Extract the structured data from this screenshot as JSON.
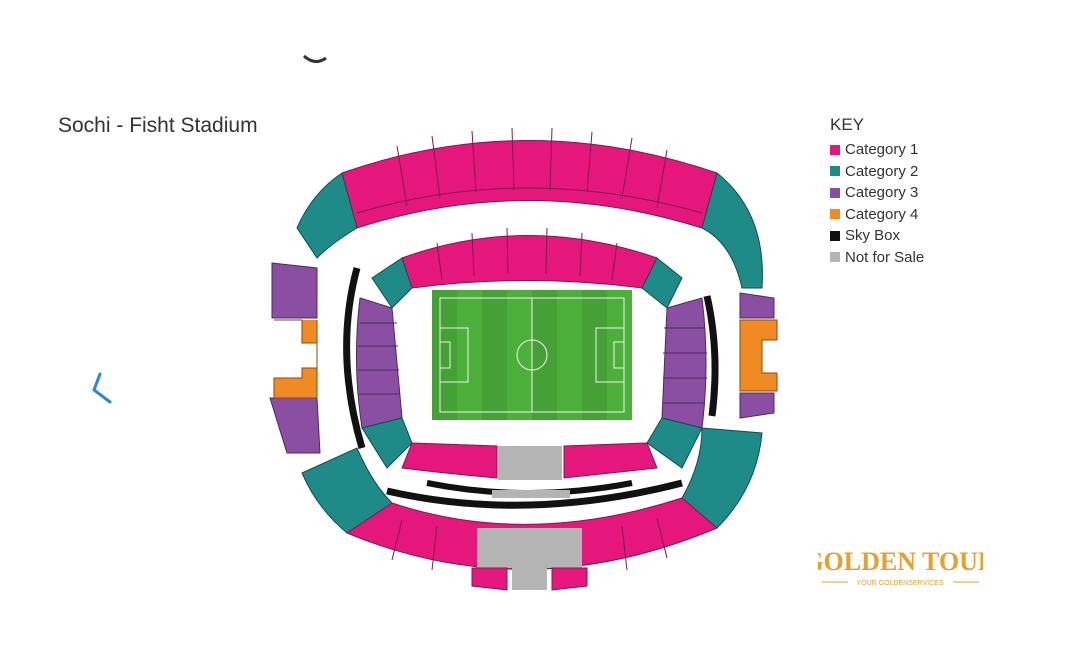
{
  "map": {
    "title": "Sochi - Fisht Stadium"
  },
  "legend": {
    "title": "KEY",
    "items": [
      {
        "label": "Category 1",
        "color": "#e5177c"
      },
      {
        "label": "Category 2",
        "color": "#1e8b88"
      },
      {
        "label": "Category 3",
        "color": "#8a4fa3"
      },
      {
        "label": "Category 4",
        "color": "#f08a22"
      },
      {
        "label": "Sky Box",
        "color": "#111111"
      },
      {
        "label": "Not for Sale",
        "color": "#b4b4b4"
      }
    ]
  },
  "colors": {
    "pitch": "#4caf3a",
    "pitch_dark": "#45a035",
    "concourse": "#ffffff"
  },
  "icons": {
    "previous": "chevron-left-icon"
  },
  "logo": {
    "name": "GOLDEN TOUR",
    "tagline": "YOUR GOLDENSERVICES",
    "color": "#e3a12f"
  }
}
